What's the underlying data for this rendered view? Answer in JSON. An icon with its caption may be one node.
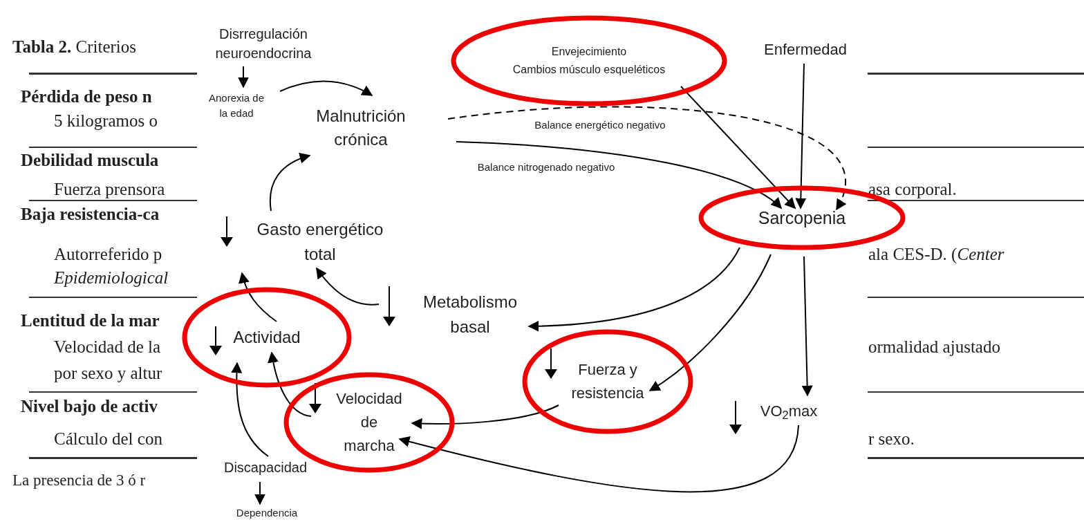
{
  "diagram": {
    "nodes": [
      {
        "text": [
          "Disrregulación neuroendocrina"
        ]
      },
      {
        "text": [
          "Anorexia de la edad"
        ]
      },
      {
        "text": [
          "Malnutrición crónica"
        ]
      },
      {
        "text": [
          "Envejecimiento",
          "Cambios músculo esqueléticos"
        ]
      },
      {
        "text": [
          "Enfermedad"
        ]
      },
      {
        "text": [
          "Sarcopenia"
        ]
      },
      {
        "text": [
          "Gasto energético total"
        ]
      },
      {
        "text": [
          "Metabolismo basal"
        ]
      },
      {
        "text": [
          "Actividad"
        ]
      },
      {
        "text": [
          "Fuerza y resistencia"
        ]
      },
      {
        "text": [
          "VO$_{2}$max"
        ]
      },
      {
        "text": [
          "Velocidad de marcha"
        ]
      },
      {
        "text": [
          "Discapacidad"
        ]
      },
      {
        "text": [
          "Dependencia"
        ]
      }
    ],
    "edges": [
      {
        "from": 0,
        "to": 1,
        "arrow": "to"
      },
      {
        "from": 1,
        "to": 2,
        "arrow": "to"
      },
      {
        "from": 2,
        "to": 5,
        "arrow": "to",
        "label": "Balance energético negativo",
        "style": "dashed"
      },
      {
        "from": 2,
        "to": 5,
        "arrow": "to",
        "label": "Balance nitrogenado negativo"
      },
      {
        "from": 3,
        "to": 5,
        "arrow": "to"
      },
      {
        "from": 4,
        "to": 5,
        "arrow": "to"
      },
      {
        "from": 5,
        "to": 7,
        "arrow": "to"
      },
      {
        "from": 5,
        "to": 9,
        "arrow": "to"
      },
      {
        "from": 5,
        "to": 10,
        "arrow": "to"
      },
      {
        "from": 7,
        "to": 6,
        "arrow": "to"
      },
      {
        "from": 6,
        "to": 2,
        "arrow": "to"
      },
      {
        "from": 8,
        "to": 6,
        "arrow": "to"
      },
      {
        "from": 9,
        "to": 11,
        "arrow": "to"
      },
      {
        "from": 10,
        "to": 11,
        "arrow": "to"
      },
      {
        "from": 11,
        "to": 8,
        "arrow": "to"
      },
      {
        "from": 12,
        "to": 8,
        "arrow": "to"
      },
      {
        "from": 12,
        "to": 13,
        "arrow": "to"
      }
    ],
    "labels": [
      "**Tabla 2.** Criterios",
      "Pérdida de peso n",
      "5 kilogramos o",
      "Debilidad muscula",
      "Fuerza prensora",
      "asa corporal.",
      "Baja resistencia-ca",
      "Autorreferido p",
      "ala CES-D. (*Center*",
      "Epidemiological",
      "Lentitud de la mar",
      "Velocidad de la",
      "ormalidad ajustado",
      "por sexo y altur",
      "Nivel bajo de activ",
      "Cálculo del con",
      "r sexo.",
      "La presencia de 3 ó r"
    ]
  }
}
